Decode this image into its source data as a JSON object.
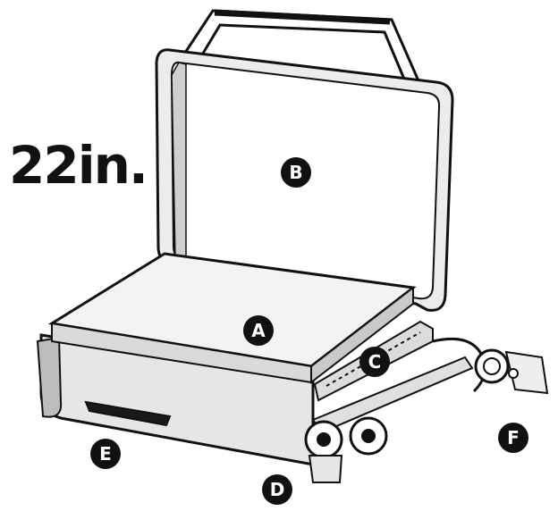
{
  "size_label": "22in.",
  "callouts": [
    {
      "letter": "A",
      "part": "griddle-plate"
    },
    {
      "letter": "B",
      "part": "lid"
    },
    {
      "letter": "C",
      "part": "side-vents"
    },
    {
      "letter": "D",
      "part": "control-knobs"
    },
    {
      "letter": "E",
      "part": "grease-tray"
    },
    {
      "letter": "F",
      "part": "propane-regulator"
    }
  ],
  "colors": {
    "outline": "#111111",
    "metal": "#e9e9e9",
    "dark": "#1a1a1a",
    "callout_fill": "#111111"
  }
}
